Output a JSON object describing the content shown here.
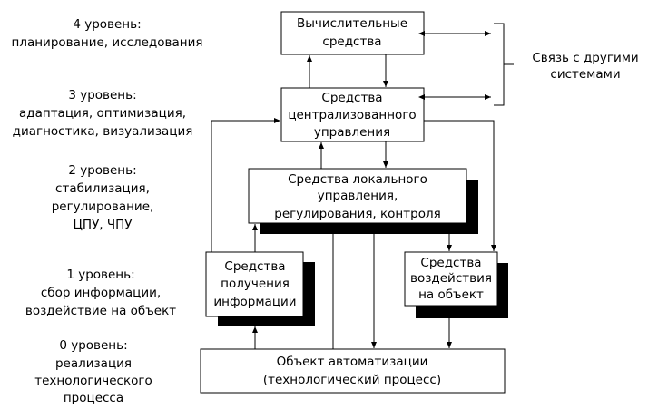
{
  "levels": [
    {
      "lines": [
        "4 уровень:",
        "планирование, исследования"
      ]
    },
    {
      "lines": [
        "3 уровень:",
        "адаптация, оптимизация,",
        "диагностика, визуализация"
      ]
    },
    {
      "lines": [
        "2 уровень:",
        "стабилизация,",
        "регулирование,",
        "ЦПУ, ЧПУ"
      ]
    },
    {
      "lines": [
        "1 уровень:",
        "сбор информации,",
        "воздействие на объект"
      ]
    },
    {
      "lines": [
        "0 уровень:",
        "реализация",
        "технологического",
        "процесса"
      ]
    }
  ],
  "blocks": {
    "computing": {
      "lines": [
        "Вычислительные",
        "средства"
      ]
    },
    "central": {
      "lines": [
        "Средства",
        "централизованного",
        "управления"
      ]
    },
    "local": {
      "lines": [
        "Средства локального",
        "управления,",
        "регулирования, контроля"
      ]
    },
    "acquisition": {
      "lines": [
        "Средства",
        "получения",
        "информации"
      ]
    },
    "actuation": {
      "lines": [
        "Средства",
        "воздействия",
        "на объект"
      ]
    },
    "object": {
      "lines": [
        "Объект автоматизации",
        "(технологический процесс)"
      ]
    }
  },
  "external": {
    "lines": [
      "Связь с другими",
      "системами"
    ]
  }
}
